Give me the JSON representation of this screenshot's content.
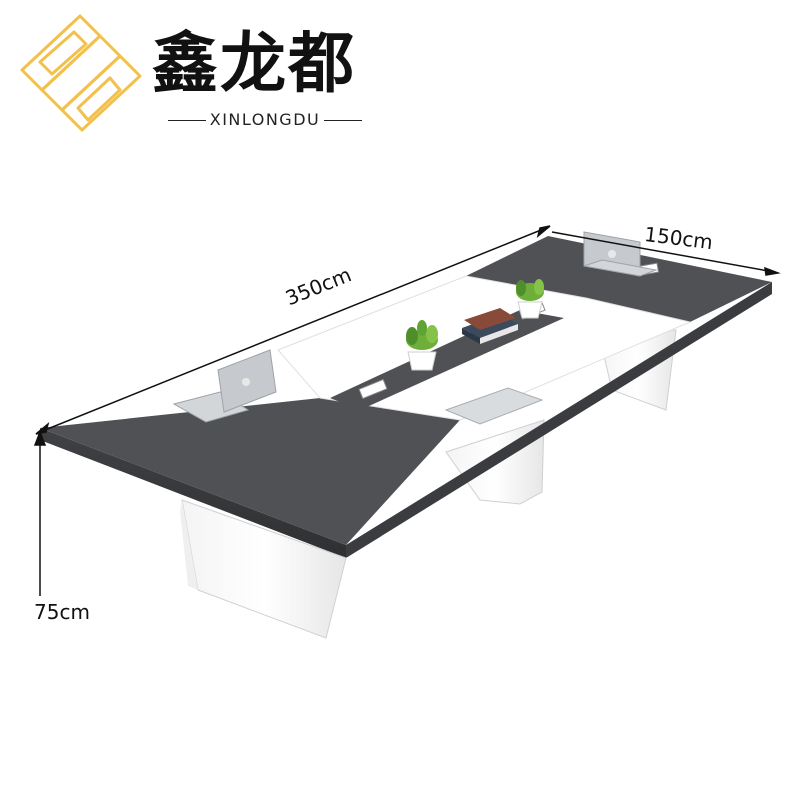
{
  "brand": {
    "name": "鑫龙都",
    "subtitle": "XINLONGDU",
    "logo_color": "#F2C04B"
  },
  "dimensions": {
    "length": "350cm",
    "width": "150cm",
    "height": "75cm"
  },
  "colors": {
    "tabletop_dark": "#4D4F52",
    "tabletop_white": "#FFFFFF",
    "legs": "#FFFFFF",
    "laptop": "#C9CDD1",
    "plant": "#6FAF3A"
  }
}
